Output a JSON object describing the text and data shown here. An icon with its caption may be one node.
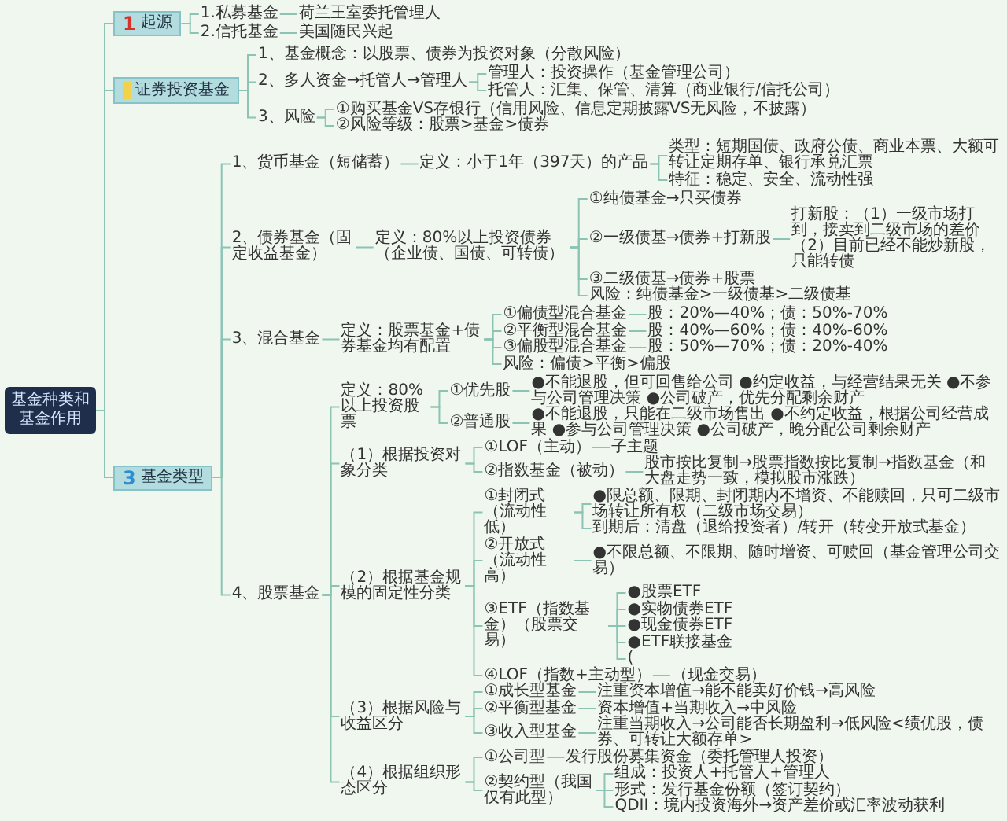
{
  "diagram": {
    "nodes": [
      {
        "text": [
          "基金种类和基金作用"
        ]
      },
      {
        "text": [
          "1",
          "起源"
        ]
      },
      {
        "text": [
          "1.私募基金"
        ]
      },
      {
        "text": [
          "荷兰王室委托管理人"
        ]
      },
      {
        "text": [
          "2.信托基金"
        ]
      },
      {
        "text": [
          "美国随民兴起"
        ]
      },
      {
        "text": [
          "证券投资基金"
        ]
      },
      {
        "text": [
          "1、基金概念：以股票、债券为投资对象（分散风险）"
        ]
      },
      {
        "text": [
          "2、多人资金→托管人→管理人"
        ]
      },
      {
        "text": [
          "管理人：投资操作（基金管理公司）"
        ]
      },
      {
        "text": [
          "托管人：汇集、保管、清算（商业银行/信托公司）"
        ]
      },
      {
        "text": [
          "3、风险"
        ]
      },
      {
        "text": [
          "①购买基金VS存银行（信用风险、信息定期披露VS无风险，不披露）"
        ]
      },
      {
        "text": [
          "②风险等级：股票>基金>债券"
        ]
      },
      {
        "text": [
          "3",
          "基金类型"
        ]
      },
      {
        "text": [
          "1、货币基金（短储蓄）"
        ]
      },
      {
        "text": [
          "定义：小于1年（397天）的产品"
        ]
      },
      {
        "text": [
          "类型：短期国债、政府公债、商业本票、大额可转让定期存单、银行承兑汇票"
        ]
      },
      {
        "text": [
          "特征：稳定、安全、流动性强"
        ]
      },
      {
        "text": [
          "2、债券基金（固定收益基金）"
        ]
      },
      {
        "text": [
          "定义：80%以上投资债券（企业债、国债、可转债）"
        ]
      },
      {
        "text": [
          "①纯债基金→只买债券"
        ]
      },
      {
        "text": [
          "②一级债基→债券+打新股"
        ]
      },
      {
        "text": [
          "打新股：（1）一级市场打到，接卖到二级市场的差价（2）目前已经不能炒新股，只能转债"
        ]
      },
      {
        "text": [
          "③二级债基→债券+股票"
        ]
      },
      {
        "text": [
          "风险：纯债基金>一级债基>二级债基"
        ]
      },
      {
        "text": [
          "3、混合基金"
        ]
      },
      {
        "text": [
          "定义：股票基金+债券基金均有配置"
        ]
      },
      {
        "text": [
          "①偏债型混合基金"
        ]
      },
      {
        "text": [
          "股：20%—40%；债：50%-70%"
        ]
      },
      {
        "text": [
          "②平衡型混合基金"
        ]
      },
      {
        "text": [
          "股：40%—60%；债：40%-60%"
        ]
      },
      {
        "text": [
          "③偏股型混合基金"
        ]
      },
      {
        "text": [
          "股：50%—70%；债：20%-40%"
        ]
      },
      {
        "text": [
          "风险：偏债>平衡>偏股"
        ]
      },
      {
        "text": [
          "4、股票基金"
        ]
      },
      {
        "text": [
          "定义：80%以上投资股票"
        ]
      },
      {
        "text": [
          "①优先股"
        ]
      },
      {
        "text": [
          "●不能退股，但可回售给公司 ●约定收益，与经营结果无关 ●不参与公司管理决策 ●公司破产，优先分配剩余财产"
        ]
      },
      {
        "text": [
          "②普通股"
        ]
      },
      {
        "text": [
          "●不能退股，只能在二级市场售出 ●不约定收益，根据公司经营成果 ●参与公司管理决策 ●公司破产，晚分配公司剩余财产"
        ]
      },
      {
        "text": [
          "（1）根据投资对象分类"
        ]
      },
      {
        "text": [
          "①LOF（主动）"
        ]
      },
      {
        "text": [
          "子主题"
        ]
      },
      {
        "text": [
          "②指数基金（被动）"
        ]
      },
      {
        "text": [
          "股市按比复制→股票指数按比复制→指数基金（和大盘走势一致，模拟股市涨跌）"
        ]
      },
      {
        "text": [
          "（2）根据基金规模的固定性分类"
        ]
      },
      {
        "text": [
          "①封闭式（流动性低）"
        ]
      },
      {
        "text": [
          "●限总额、限期、封闭期内不增资、不能赎回，只可二级市场转让所有权（二级市场交易）"
        ]
      },
      {
        "text": [
          "到期后：清盘（退给投资者）/转开（转变开放式基金）"
        ]
      },
      {
        "text": [
          "②开放式（流动性高）"
        ]
      },
      {
        "text": [
          "●不限总额、不限期、随时增资、可赎回（基金管理公司交易）"
        ]
      },
      {
        "text": [
          "③ETF（指数基金）（股票交易）"
        ]
      },
      {
        "text": [
          "●股票ETF"
        ]
      },
      {
        "text": [
          "●实物债券ETF"
        ]
      },
      {
        "text": [
          "●现金债券ETF"
        ]
      },
      {
        "text": [
          "●ETF联接基金"
        ]
      },
      {
        "text": [
          "("
        ]
      },
      {
        "text": [
          "④LOF（指数+主动型）"
        ]
      },
      {
        "text": [
          "（现金交易）"
        ]
      },
      {
        "text": [
          "（3）根据风险与收益区分"
        ]
      },
      {
        "text": [
          "①成长型基金"
        ]
      },
      {
        "text": [
          "注重资本增值→能不能卖好价钱→高风险"
        ]
      },
      {
        "text": [
          "②平衡型基金"
        ]
      },
      {
        "text": [
          "资本增值+当期收入→中风险"
        ]
      },
      {
        "text": [
          "③收入型基金"
        ]
      },
      {
        "text": [
          "注重当期收入→公司能否长期盈利→低风险<绩优股，债券、可转让大额存单>"
        ]
      },
      {
        "text": [
          "（4）根据组织形态区分"
        ]
      },
      {
        "text": [
          "①公司型"
        ]
      },
      {
        "text": [
          "发行股份募集资金（委托管理人投资）"
        ]
      },
      {
        "text": [
          "②契约型（我国仅有此型）"
        ]
      },
      {
        "text": [
          "组成：投资人+托管人+管理人"
        ]
      },
      {
        "text": [
          "形式：发行基金份额（签订契约）"
        ]
      },
      {
        "text": [
          "QDII：境内投资海外→资产差价或汇率波动获利"
        ]
      }
    ],
    "edges": [
      {
        "from": 0,
        "to": 1,
        "arrow": "none"
      },
      {
        "from": 1,
        "to": 2,
        "arrow": "none"
      },
      {
        "from": 2,
        "to": 3,
        "arrow": "none"
      },
      {
        "from": 1,
        "to": 4,
        "arrow": "none"
      },
      {
        "from": 4,
        "to": 5,
        "arrow": "none"
      },
      {
        "from": 0,
        "to": 6,
        "arrow": "none"
      },
      {
        "from": 6,
        "to": 7,
        "arrow": "none"
      },
      {
        "from": 6,
        "to": 8,
        "arrow": "none"
      },
      {
        "from": 8,
        "to": 9,
        "arrow": "none"
      },
      {
        "from": 8,
        "to": 10,
        "arrow": "none"
      },
      {
        "from": 6,
        "to": 11,
        "arrow": "none"
      },
      {
        "from": 11,
        "to": 12,
        "arrow": "none"
      },
      {
        "from": 11,
        "to": 13,
        "arrow": "none"
      },
      {
        "from": 0,
        "to": 14,
        "arrow": "none"
      },
      {
        "from": 14,
        "to": 15,
        "arrow": "none"
      },
      {
        "from": 15,
        "to": 16,
        "arrow": "none"
      },
      {
        "from": 16,
        "to": 17,
        "arrow": "none"
      },
      {
        "from": 16,
        "to": 18,
        "arrow": "none"
      },
      {
        "from": 14,
        "to": 19,
        "arrow": "none"
      },
      {
        "from": 19,
        "to": 20,
        "arrow": "none"
      },
      {
        "from": 20,
        "to": 21,
        "arrow": "none"
      },
      {
        "from": 20,
        "to": 22,
        "arrow": "none"
      },
      {
        "from": 22,
        "to": 23,
        "arrow": "none"
      },
      {
        "from": 20,
        "to": 24,
        "arrow": "none"
      },
      {
        "from": 20,
        "to": 25,
        "arrow": "none"
      },
      {
        "from": 14,
        "to": 26,
        "arrow": "none"
      },
      {
        "from": 26,
        "to": 27,
        "arrow": "none"
      },
      {
        "from": 27,
        "to": 28,
        "arrow": "none"
      },
      {
        "from": 28,
        "to": 29,
        "arrow": "none"
      },
      {
        "from": 27,
        "to": 30,
        "arrow": "none"
      },
      {
        "from": 30,
        "to": 31,
        "arrow": "none"
      },
      {
        "from": 27,
        "to": 32,
        "arrow": "none"
      },
      {
        "from": 32,
        "to": 33,
        "arrow": "none"
      },
      {
        "from": 27,
        "to": 34,
        "arrow": "none"
      },
      {
        "from": 14,
        "to": 35,
        "arrow": "none"
      },
      {
        "from": 35,
        "to": 36,
        "arrow": "none"
      },
      {
        "from": 36,
        "to": 37,
        "arrow": "none"
      },
      {
        "from": 37,
        "to": 38,
        "arrow": "none"
      },
      {
        "from": 36,
        "to": 39,
        "arrow": "none"
      },
      {
        "from": 39,
        "to": 40,
        "arrow": "none"
      },
      {
        "from": 35,
        "to": 41,
        "arrow": "none"
      },
      {
        "from": 41,
        "to": 42,
        "arrow": "none"
      },
      {
        "from": 42,
        "to": 43,
        "arrow": "none"
      },
      {
        "from": 41,
        "to": 44,
        "arrow": "none"
      },
      {
        "from": 44,
        "to": 45,
        "arrow": "none"
      },
      {
        "from": 35,
        "to": 46,
        "arrow": "none"
      },
      {
        "from": 46,
        "to": 47,
        "arrow": "none"
      },
      {
        "from": 47,
        "to": 48,
        "arrow": "none"
      },
      {
        "from": 47,
        "to": 49,
        "arrow": "none"
      },
      {
        "from": 46,
        "to": 50,
        "arrow": "none"
      },
      {
        "from": 50,
        "to": 51,
        "arrow": "none"
      },
      {
        "from": 46,
        "to": 52,
        "arrow": "none"
      },
      {
        "from": 52,
        "to": 53,
        "arrow": "none"
      },
      {
        "from": 52,
        "to": 54,
        "arrow": "none"
      },
      {
        "from": 52,
        "to": 55,
        "arrow": "none"
      },
      {
        "from": 52,
        "to": 56,
        "arrow": "none"
      },
      {
        "from": 52,
        "to": 57,
        "arrow": "none"
      },
      {
        "from": 46,
        "to": 58,
        "arrow": "none"
      },
      {
        "from": 58,
        "to": 59,
        "arrow": "none"
      },
      {
        "from": 35,
        "to": 60,
        "arrow": "none"
      },
      {
        "from": 60,
        "to": 61,
        "arrow": "none"
      },
      {
        "from": 61,
        "to": 62,
        "arrow": "none"
      },
      {
        "from": 60,
        "to": 63,
        "arrow": "none"
      },
      {
        "from": 63,
        "to": 64,
        "arrow": "none"
      },
      {
        "from": 60,
        "to": 65,
        "arrow": "none"
      },
      {
        "from": 65,
        "to": 66,
        "arrow": "none"
      },
      {
        "from": 35,
        "to": 67,
        "arrow": "none"
      },
      {
        "from": 67,
        "to": 68,
        "arrow": "none"
      },
      {
        "from": 68,
        "to": 69,
        "arrow": "none"
      },
      {
        "from": 67,
        "to": 70,
        "arrow": "none"
      },
      {
        "from": 70,
        "to": 71,
        "arrow": "none"
      },
      {
        "from": 70,
        "to": 72,
        "arrow": "none"
      },
      {
        "from": 70,
        "to": 73,
        "arrow": "none"
      }
    ]
  }
}
